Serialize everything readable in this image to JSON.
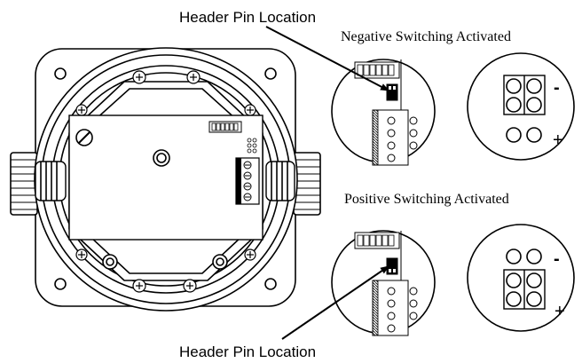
{
  "labels": {
    "header_pin_top": "Header Pin Location",
    "header_pin_bottom": "Header Pin Location",
    "negative_title": "Negative Switching Activated",
    "positive_title": "Positive Switching Activated",
    "neg_minus": "-",
    "neg_plus": "+",
    "pos_minus": "-",
    "pos_plus": "+"
  }
}
